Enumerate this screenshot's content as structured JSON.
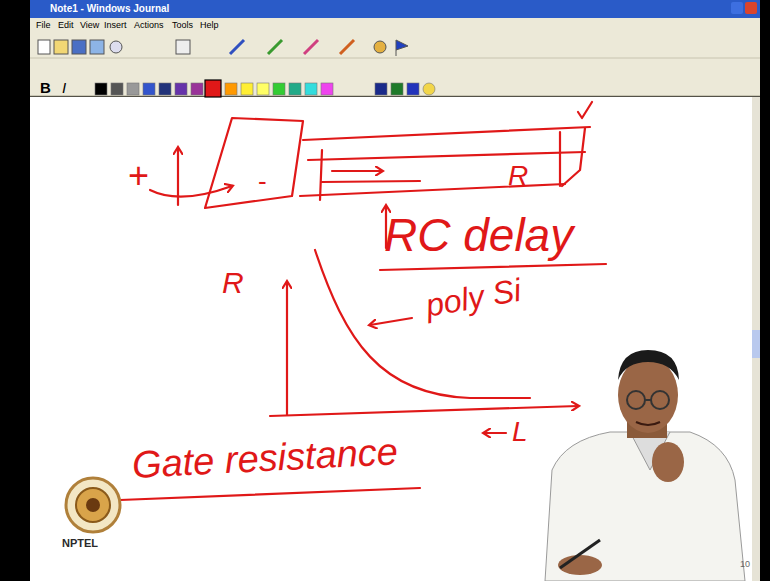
{
  "diagram": {
    "labels": [
      "Note1 - Windows Journal",
      "File",
      "Edit",
      "View",
      "Insert",
      "Actions",
      "Tools",
      "Help",
      "+",
      "-",
      "R",
      "RC delay",
      "R",
      "poly Si",
      "L",
      "Gate resistance",
      "NPTEL",
      "10",
      "B",
      "I"
    ]
  }
}
